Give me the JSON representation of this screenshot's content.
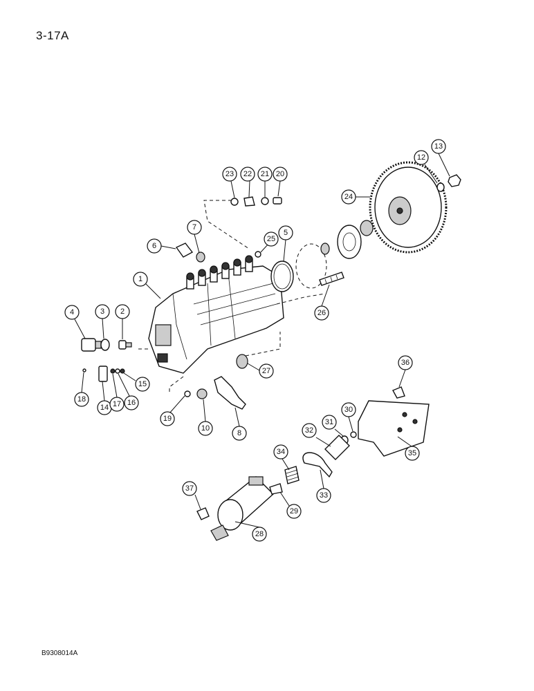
{
  "page": {
    "number": "3-17A",
    "figure_code": "B9308014A"
  },
  "callouts": [
    "1",
    "2",
    "3",
    "4",
    "5",
    "6",
    "7",
    "8",
    "10",
    "12",
    "13",
    "14",
    "15",
    "16",
    "17",
    "18",
    "19",
    "20",
    "21",
    "22",
    "23",
    "24",
    "25",
    "26",
    "27",
    "28",
    "29",
    "30",
    "31",
    "32",
    "33",
    "34",
    "35",
    "36",
    "37"
  ]
}
